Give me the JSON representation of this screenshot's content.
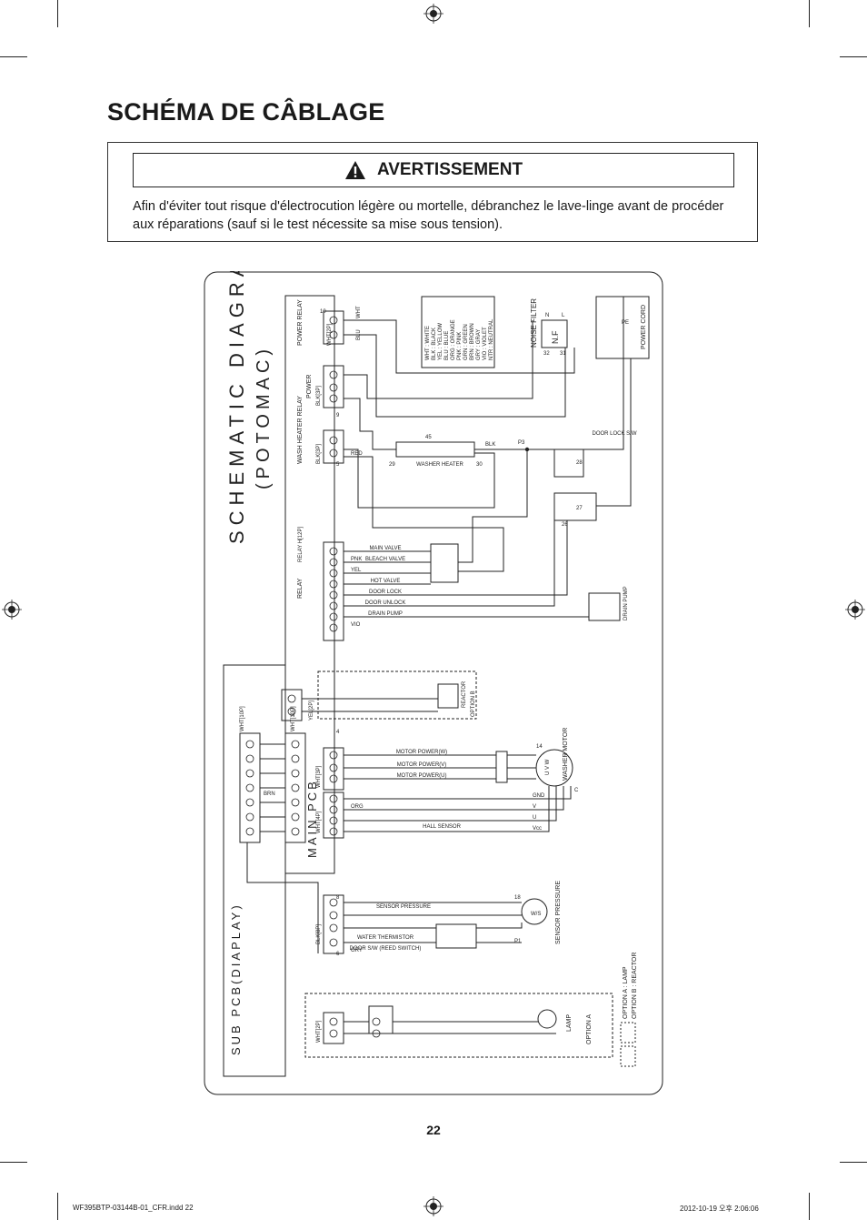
{
  "page": {
    "title": "SCHÉMA DE CÂBLAGE",
    "warning": {
      "label": "AVERTISSEMENT",
      "icon": "warning-triangle-icon",
      "text": "Afin d'éviter tout risque d'électrocution légère ou mortelle, débranchez le lave-linge avant de procéder aux réparations (sauf si le test nécessite sa mise sous tension)."
    },
    "page_number": "22",
    "footer": {
      "file": "WF395BTP-03144B-01_CFR.indd   22",
      "timestamp": "2012-10-19   오후 2:06:06"
    }
  },
  "diagram": {
    "title": "SCHEMATIC DIAGRAM",
    "subtitle": "(POTOMAC)",
    "boards": {
      "main": "MAIN PCB",
      "sub": "SUB PCB(DIAPLAY)"
    },
    "components": {
      "power_relay": "POWER RELAY",
      "power": "POWER",
      "wash_heater_relay": "WASH HEATER RELAY",
      "relay": "RELAY",
      "noise_filter": "NOISE FILTER",
      "nf": "N.F",
      "power_cord": "POWER CORD",
      "washer_heater": "WASHER HEATER",
      "door_lock": "DOOR LOCK S/W",
      "drain_pump": "DRAIN PUMP",
      "reactor": "REACTOR",
      "option_b": "OPTION B",
      "washer_motor": "WASHER MOTOR",
      "sensor_pressure": "SENSOR PRESSURE",
      "lamp": "LAMP",
      "option_a": "OPTION A",
      "hall_sensor": "HALL SENSOR"
    },
    "signals": {
      "main_valve": "MAIN VALVE",
      "bleach_valve": "BLEACH VALVE",
      "hot_valve": "HOT VALVE",
      "door_lock": "DOOR LOCK",
      "door_unlock": "DOOR UNLOCK",
      "drain_pump": "DRAIN PUMP",
      "motor_w": "MOTOR POWER(W)",
      "motor_v": "MOTOR POWER(V)",
      "motor_u": "MOTOR POWER(U)",
      "sensor_pressure": "SENSOR PRESSURE",
      "water_thermistor": "WATER THERMISTOR",
      "door_sw": "DOOR S/W (REED SWITCH)"
    },
    "connectors": {
      "c1": "WHT[2P]",
      "c2": "BLK[3P]",
      "c3": "BLK[3P]",
      "c4": "RELAY H[12P]",
      "c5": "YEL[2P]",
      "c6": "WHT[3P]",
      "c7": "WHT[4P]",
      "c8": "BLK[8P]",
      "c9": "WHT[2P]",
      "c10": "WHT[10P]",
      "c11": "WHT[10P]"
    },
    "wire_legend": [
      "WHT : WHITE",
      "BLK : BLACK",
      "YEL : YELLOW",
      "BLU : BLUE",
      "ORG : ORANGE",
      "PNK : PINK",
      "GRN : GREEN",
      "BRN : BROWN",
      "GRY : GRAY",
      "VIO : VIOLET",
      "NTR : NEUTRAL"
    ],
    "option_legend": [
      "OPTION A : LAMP",
      "OPTION B : REACTOR"
    ],
    "wires": {
      "blu": "BLU",
      "wht": "WHT",
      "blk": "BLK",
      "red": "RED",
      "yel": "YEL",
      "pnk": "PNK",
      "org": "ORG",
      "vio": "VIO",
      "gry": "GRY",
      "brn": "BRN"
    },
    "pins": {
      "p10": "10",
      "p9": "9",
      "p5": "5",
      "p29": "29",
      "p30": "30",
      "p45": "45",
      "p32": "32",
      "p31": "31",
      "p3": "P3",
      "p1": "P1",
      "p14": "14",
      "p18": "18",
      "p26": "26",
      "p27": "27",
      "p28": "28",
      "p4": "4",
      "p6": "6",
      "p8": "8",
      "c_mark": "C"
    },
    "motor_phases": "U V W",
    "motor_terms": [
      "GND",
      "V",
      "U",
      "Vcc"
    ],
    "nf_labels": [
      "N",
      "L"
    ],
    "pe": "PE",
    "ws": "W/S"
  }
}
